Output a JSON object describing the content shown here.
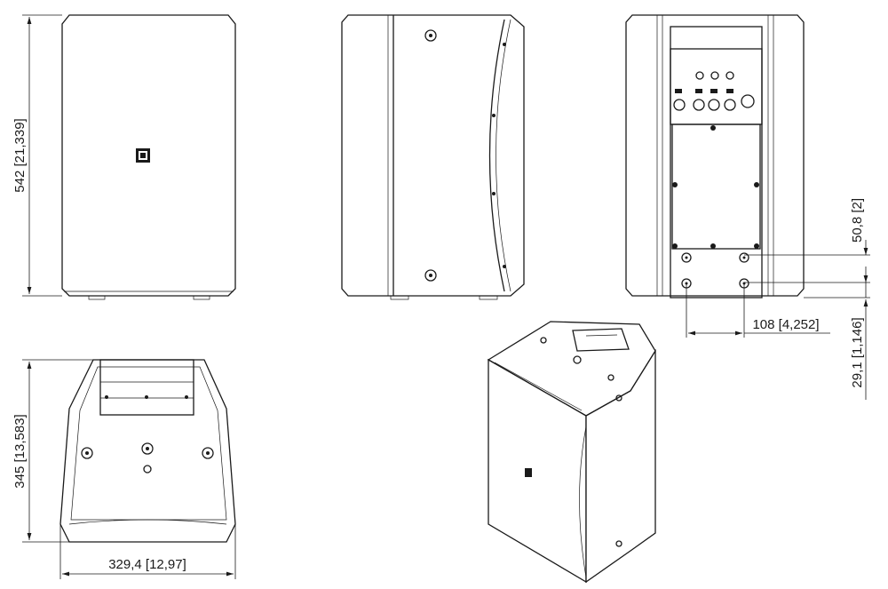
{
  "dimensions": {
    "front_height": "542 [21,339]",
    "top_depth": "345 [13,583]",
    "top_width": "329,4 [12,97]",
    "rear_hole_vertical": "50,8 [2]",
    "rear_hole_horizontal": "108 [4,252]",
    "rear_hole_bottom_offset": "29,1 [1,146]"
  },
  "views": [
    "front-view",
    "side-view",
    "rear-view",
    "top-view",
    "perspective-view"
  ]
}
